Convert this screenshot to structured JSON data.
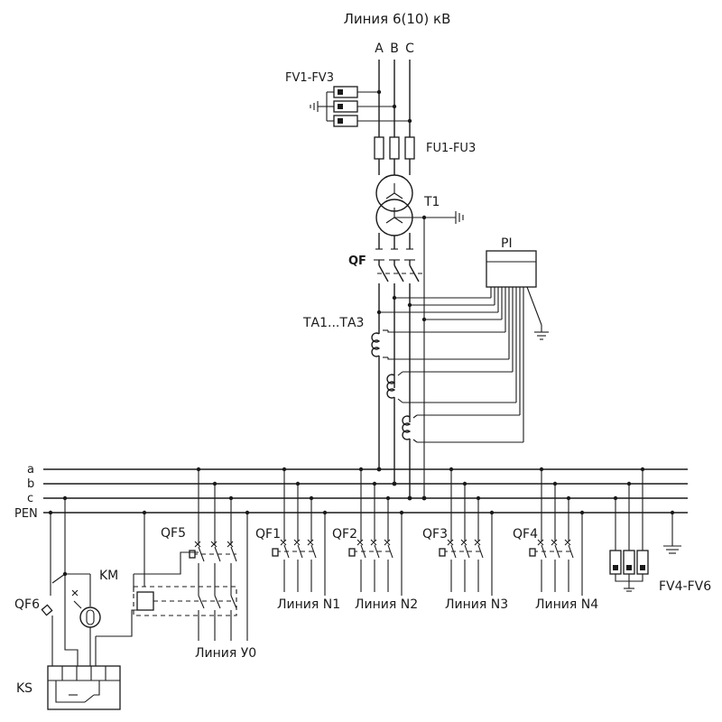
{
  "title": "Линия 6(10) кВ",
  "phases": [
    "A",
    "B",
    "C"
  ],
  "labels": {
    "fv_top": "FV1-FV3",
    "fu": "FU1-FU3",
    "transformer": "T1",
    "qf_main": "QF",
    "meter": "PI",
    "ct": "ТА1...ТА3",
    "qf5": "QF5",
    "qf1": "QF1",
    "qf2": "QF2",
    "qf3": "QF3",
    "qf4": "QF4",
    "qf6": "QF6",
    "km": "KM",
    "ks": "KS",
    "fv_bottom": "FV4-FV6"
  },
  "buses": [
    "a",
    "b",
    "c",
    "PEN"
  ],
  "lines": {
    "y0": "Линия У0",
    "n1": "Линия N1",
    "n2": "Линия N2",
    "n3": "Линия N3",
    "n4": "Линия N4"
  }
}
